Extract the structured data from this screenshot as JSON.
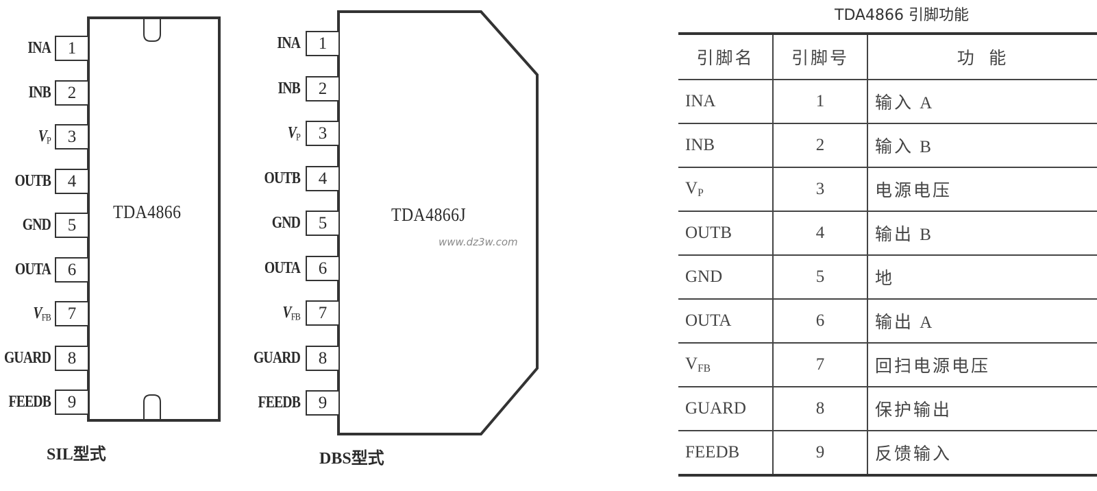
{
  "sil_package": {
    "chip_name": "TDA4866",
    "caption": "SIL型式",
    "pins": [
      {
        "num": "1",
        "label": "INA",
        "sub": ""
      },
      {
        "num": "2",
        "label": "INB",
        "sub": ""
      },
      {
        "num": "3",
        "label": "V",
        "sub": "P",
        "italic": true
      },
      {
        "num": "4",
        "label": "OUTB",
        "sub": ""
      },
      {
        "num": "5",
        "label": "GND",
        "sub": ""
      },
      {
        "num": "6",
        "label": "OUTA",
        "sub": ""
      },
      {
        "num": "7",
        "label": "V",
        "sub": "FB",
        "italic": true
      },
      {
        "num": "8",
        "label": "GUARD",
        "sub": ""
      },
      {
        "num": "9",
        "label": "FEEDB",
        "sub": ""
      }
    ]
  },
  "dbs_package": {
    "chip_name": "TDA4866J",
    "caption": "DBS型式",
    "watermark": "www.dz3w.com",
    "pins": [
      {
        "num": "1",
        "label": "INA",
        "sub": ""
      },
      {
        "num": "2",
        "label": "INB",
        "sub": ""
      },
      {
        "num": "3",
        "label": "V",
        "sub": "P",
        "italic": true
      },
      {
        "num": "4",
        "label": "OUTB",
        "sub": ""
      },
      {
        "num": "5",
        "label": "GND",
        "sub": ""
      },
      {
        "num": "6",
        "label": "OUTA",
        "sub": ""
      },
      {
        "num": "7",
        "label": "V",
        "sub": "FB",
        "italic": true
      },
      {
        "num": "8",
        "label": "GUARD",
        "sub": ""
      },
      {
        "num": "9",
        "label": "FEEDB",
        "sub": ""
      }
    ]
  },
  "pin_table": {
    "title": "TDA4866 引脚功能",
    "headers": [
      "引脚名",
      "引脚号",
      "功  能"
    ],
    "rows": [
      {
        "name": "INA",
        "sub": "",
        "num": "1",
        "func": "输入 A"
      },
      {
        "name": "INB",
        "sub": "",
        "num": "2",
        "func": "输入 B"
      },
      {
        "name": "V",
        "sub": "P",
        "num": "3",
        "func": "电源电压"
      },
      {
        "name": "OUTB",
        "sub": "",
        "num": "4",
        "func": "输出 B"
      },
      {
        "name": "GND",
        "sub": "",
        "num": "5",
        "func": "地"
      },
      {
        "name": "OUTA",
        "sub": "",
        "num": "6",
        "func": "输出 A"
      },
      {
        "name": "V",
        "sub": "FB",
        "num": "7",
        "func": "回扫电源电压"
      },
      {
        "name": "GUARD",
        "sub": "",
        "num": "8",
        "func": "保护输出"
      },
      {
        "name": "FEEDB",
        "sub": "",
        "num": "9",
        "func": "反馈输入"
      }
    ]
  }
}
